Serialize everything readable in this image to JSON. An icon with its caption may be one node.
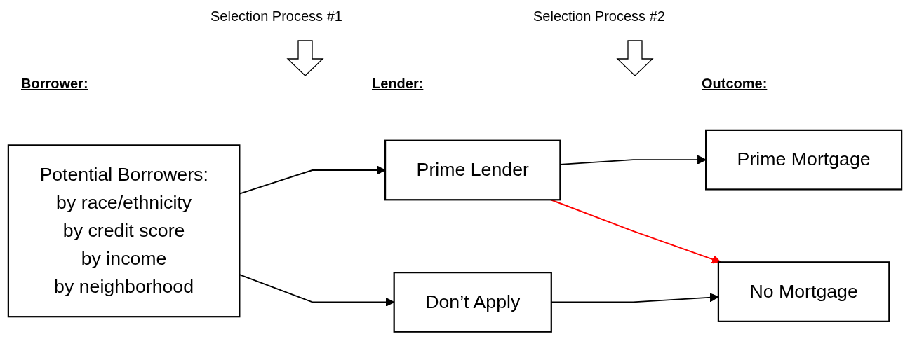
{
  "diagram": {
    "nodes": [
      {
        "text": [
          "Potential Borrowers:",
          "by race/ethnicity",
          "by credit score",
          "by income",
          "by neighborhood"
        ]
      },
      {
        "text": [
          "Prime Lender"
        ]
      },
      {
        "text": [
          "Don’t Apply"
        ]
      },
      {
        "text": [
          "Prime Mortgage"
        ]
      },
      {
        "text": [
          "No Mortgage"
        ]
      }
    ],
    "edges": [
      {
        "from": 0,
        "to": 1,
        "arrow": "to"
      },
      {
        "from": 0,
        "to": 2,
        "arrow": "to"
      },
      {
        "from": 1,
        "to": 3,
        "arrow": "to"
      },
      {
        "from": 1,
        "to": 4,
        "arrow": "to",
        "color": "#ff0000"
      },
      {
        "from": 2,
        "to": 4,
        "arrow": "to"
      }
    ],
    "labels": [
      "Selection Process #1",
      "Selection Process #2",
      "Borrower:",
      "Lender:",
      "Outcome:"
    ]
  }
}
